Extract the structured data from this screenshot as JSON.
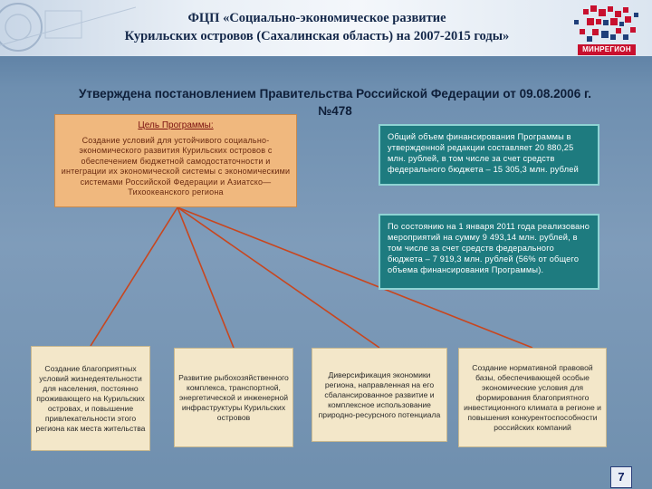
{
  "header": {
    "title_line1": "ФЦП «Социально-экономическое развитие",
    "title_line2": "Курильских островов (Сахалинская область) на 2007-2015 годы»",
    "logo_text": "МИНРЕГИОН"
  },
  "subtitle": {
    "line1": "Утверждена постановлением Правительства Российской Федерации от 09.08.2006 г.",
    "line2": "№478"
  },
  "goal": {
    "title": "Цель Программы:",
    "text": "Создание условий для устойчивого социально-экономического развития Курильских островов с обеспечением бюджетной самодостаточности и интеграции их экономической системы с экономическими системами Российской Федерации и Азиатско—Тихоокеанского региона"
  },
  "funding": {
    "text": "Общий объем финансирования Программы в утвержденной редакции составляет 20 880,25 млн. рублей, в том числе за счет средств федерального бюджета – 15 305,3 млн. рублей"
  },
  "status": {
    "text": "По состоянию на 1 января 2011 года реализовано мероприятий на сумму 9 493,14 млн. рублей, в том числе за счет средств федерального бюджета – 7 919,3 млн. рублей (56% от общего объема финансирования Программы)."
  },
  "tasks": [
    "Создание благоприятных условий жизнедеятельности для населения, постоянно проживающего на Курильских островах, и повышение привлекательности этого региона как места жительства",
    "Развитие рыбохозяйственного комплекса, транспортной, энергетической и инженерной инфраструктуры Курильских островов",
    "Диверсификация экономики региона, направленная на его сбалансированное развитие и комплексное использование природно-ресурсного потенциала",
    "Создание нормативной правовой базы, обеспечивающей особые экономические условия для формирования благоприятного инвестиционного климата в регионе и повышения конкурентоспособности российских компаний"
  ],
  "page_number": "7",
  "colors": {
    "goal_box": "#f0b87e",
    "info_box": "#1e7b7f",
    "task_box": "#f3e7c9",
    "connector": "#c8461e",
    "logo_red": "#c8102e"
  }
}
